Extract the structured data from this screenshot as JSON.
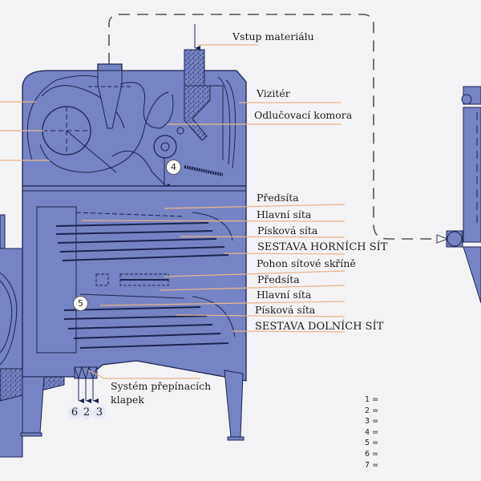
{
  "diagram": {
    "colors": {
      "machine_fill": "#7683c4",
      "outline": "#1d2452",
      "leader_line": "#e8b48a",
      "background": "#f3f3f5"
    },
    "labels": {
      "material_input": "Vstup materiálu",
      "aspirator": "Vizitér",
      "separation_chamber": "Odlučovací komora",
      "upper_pre_sieves": "Předsíta",
      "upper_main_sieves": "Hlavní síta",
      "upper_sand_sieves": "Písková síta",
      "upper_sieve_assembly": "SESTAVA HORNÍCH SÍT",
      "sieve_box_drive": "Pohon sítové skříně",
      "lower_pre_sieves": "Předsíta",
      "lower_main_sieves": "Hlavní síta",
      "lower_sand_sieves": "Písková síta",
      "lower_sieve_assembly": "SESTAVA DOLNÍCH SÍT",
      "flap_system_line1": "Systém přepínacích",
      "flap_system_line2": "klapek"
    },
    "badges": {
      "fan_outlet": "4",
      "lower_inlet": "5"
    },
    "outlets": [
      "6",
      "2",
      "3"
    ],
    "legend": [
      "1 =",
      "2 =",
      "3 =",
      "4 =",
      "5 =",
      "6 =",
      "7 ="
    ]
  }
}
